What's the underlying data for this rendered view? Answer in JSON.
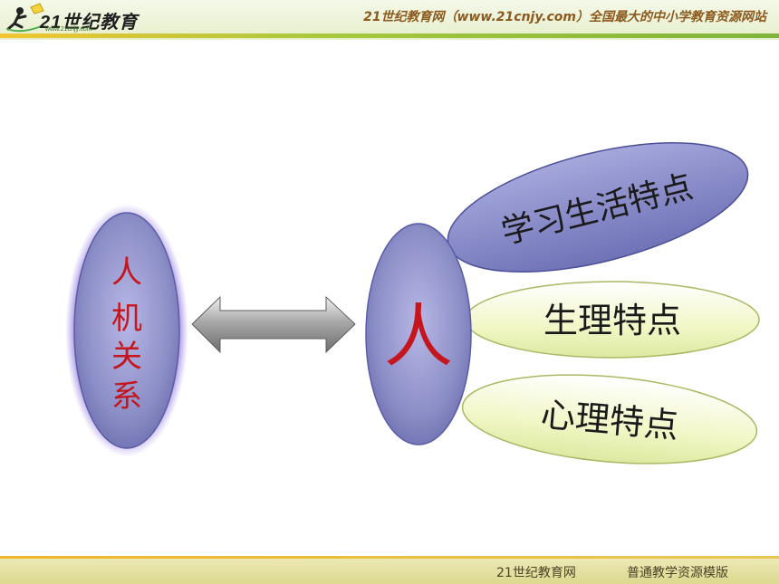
{
  "header": {
    "logo_text": "21世纪教育",
    "logo_url": "www.21cnjy.com",
    "slogan": "21世纪教育网（www.21cnjy.com）全国最大的中小学教育资源网站"
  },
  "diagram": {
    "left_node": {
      "chars": [
        "人",
        "机",
        "关",
        "系"
      ]
    },
    "center_node": {
      "label": "人"
    },
    "branches": [
      {
        "label": "学习生活特点"
      },
      {
        "label": "生理特点"
      },
      {
        "label": "心理特点"
      }
    ]
  },
  "footer": {
    "left": "21世纪教育网",
    "right": "普通教学资源模版"
  },
  "colors": {
    "node_fill": "#8d8fc8",
    "branch_fill": "#eef6c0",
    "text_red": "#c4161c",
    "arrow_fill": "#8c8c8c"
  }
}
